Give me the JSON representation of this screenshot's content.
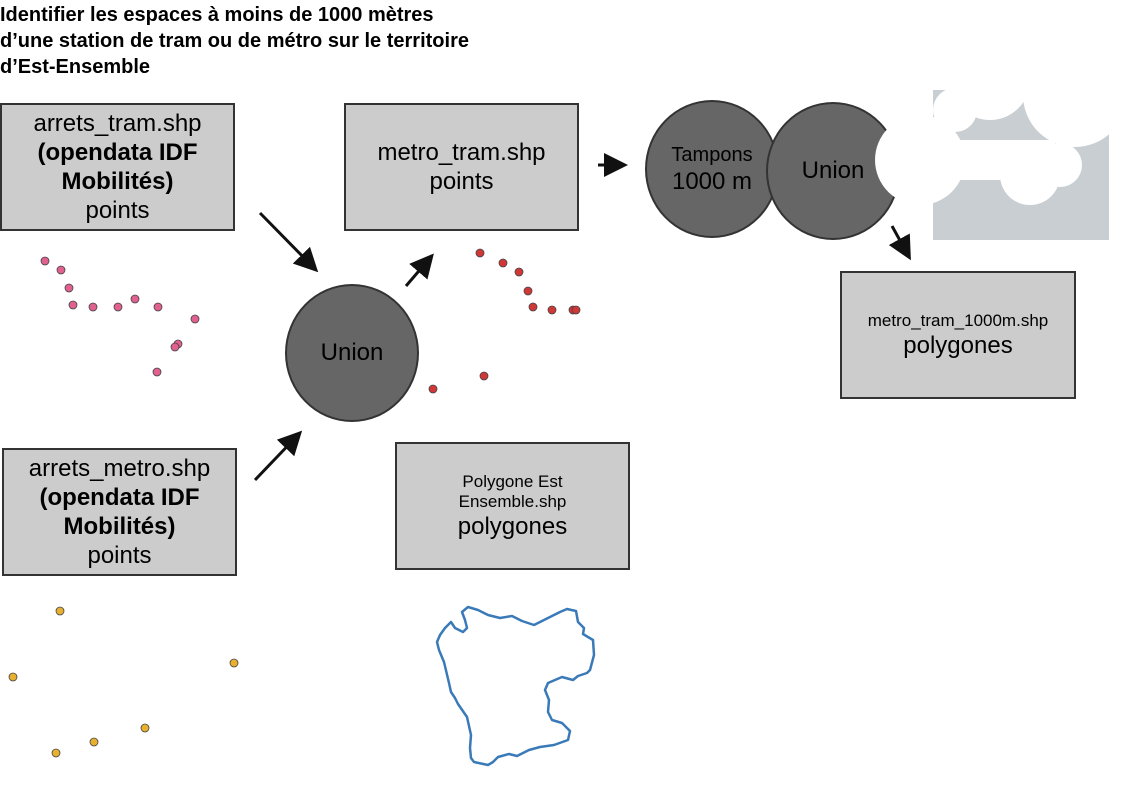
{
  "title": "Identifier les espaces à moins de 1000 mètres\nd’une station de tram ou de métro sur le territoire\nd’Est-Ensemble",
  "boxes": {
    "arrets_tram": {
      "line1": "arrets_tram.shp",
      "line2": "(opendata IDF",
      "line3": "Mobilités)",
      "line4": "points"
    },
    "arrets_metro": {
      "line1": "arrets_metro.shp",
      "line2": "(opendata IDF",
      "line3": "Mobilités)",
      "line4": "points"
    },
    "metro_tram": {
      "line1": "metro_tram.shp",
      "line2": "points"
    },
    "polygone_est": {
      "line1": "Polygone Est",
      "line2": "Ensemble.shp",
      "line3": "polygones"
    },
    "metro_tram_1000m": {
      "line1": "metro_tram_1000m.shp",
      "line2": "polygones"
    }
  },
  "operations": {
    "union_left": "Union",
    "tampons_line1": "Tampons",
    "tampons_line2": "1000 m",
    "union_right": "Union"
  },
  "colors": {
    "tram_points": "#e06090",
    "metro_tram_points": "#d03838",
    "metro_points": "#e8b030",
    "polygon_outline": "#3a7ab8",
    "buffer_fill": "#c8ced2",
    "box_fill": "#cccccc",
    "circle_fill": "#666666"
  }
}
